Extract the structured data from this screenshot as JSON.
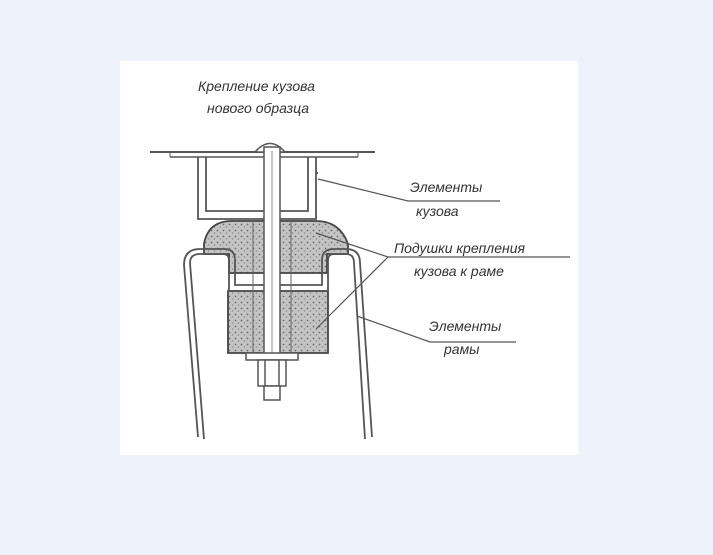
{
  "labels": {
    "title_line1": "Крепление кузова",
    "title_line2": "нового образца",
    "body_elements_line1": "Элементы",
    "body_elements_line2": "кузова",
    "cushions_line1": "Подушки крепления",
    "cushions_line2": "кузова к раме",
    "frame_elements_line1": "Элементы",
    "frame_elements_line2": "рамы"
  },
  "colors": {
    "page_background": "#edf2fb",
    "panel": "#ffffff",
    "ink": "#333333",
    "cushion_fill": "#b9b9b9"
  }
}
